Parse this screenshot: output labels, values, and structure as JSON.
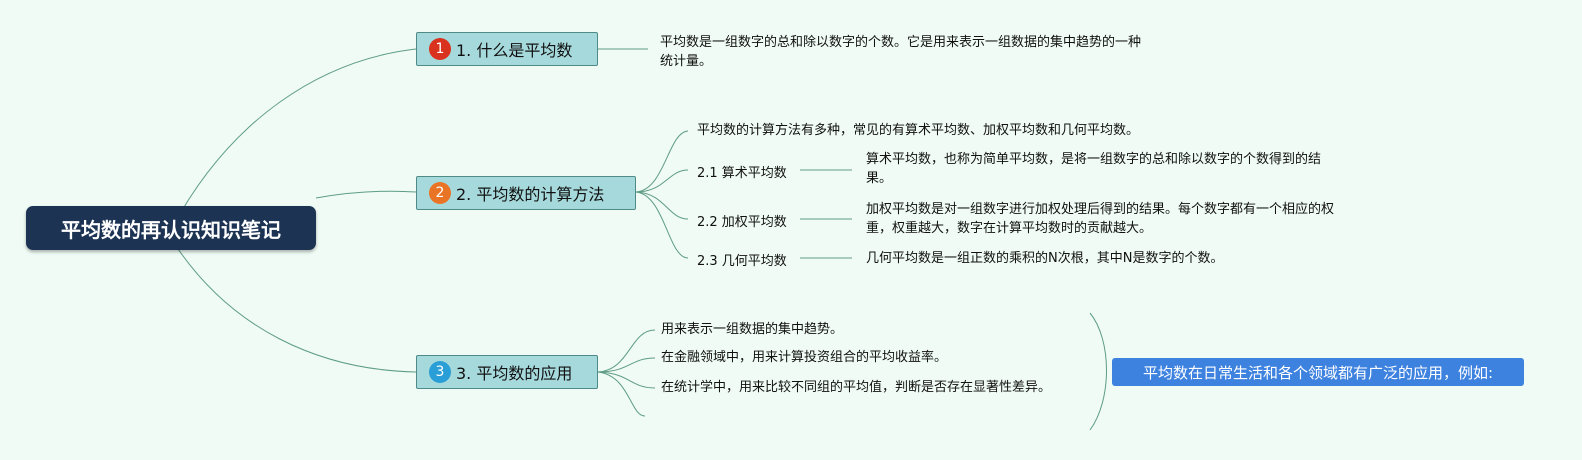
{
  "root": {
    "title": "平均数的再认识知识笔记"
  },
  "branches": [
    {
      "num": "1",
      "color": "#d9321f",
      "label": "1. 什么是平均数"
    },
    {
      "num": "2",
      "color": "#ea7425",
      "label": "2. 平均数的计算方法"
    },
    {
      "num": "3",
      "color": "#2a9ed6",
      "label": "3. 平均数的应用"
    }
  ],
  "b1": {
    "desc": "平均数是一组数字的总和除以数字的个数。它是用来表示一组数据的集中趋势的一种统计量。"
  },
  "b2": {
    "intro": "平均数的计算方法有多种，常见的有算术平均数、加权平均数和几何平均数。",
    "items": [
      {
        "label": "2.1 算术平均数",
        "desc": "算术平均数，也称为简单平均数，是将一组数字的总和除以数字的个数得到的结果。"
      },
      {
        "label": "2.2 加权平均数",
        "desc": "加权平均数是对一组数字进行加权处理后得到的结果。每个数字都有一个相应的权重，权重越大，数字在计算平均数时的贡献越大。"
      },
      {
        "label": "2.3 几何平均数",
        "desc": "几何平均数是一组正数的乘积的N次根，其中N是数字的个数。"
      }
    ]
  },
  "b3": {
    "items": [
      "用来表示一组数据的集中趋势。",
      "在金融领域中，用来计算投资组合的平均收益率。",
      "在统计学中，用来比较不同组的平均值，判断是否存在显著性差异。"
    ],
    "summary": "平均数在日常生活和各个领域都有广泛的应用，例如:"
  }
}
